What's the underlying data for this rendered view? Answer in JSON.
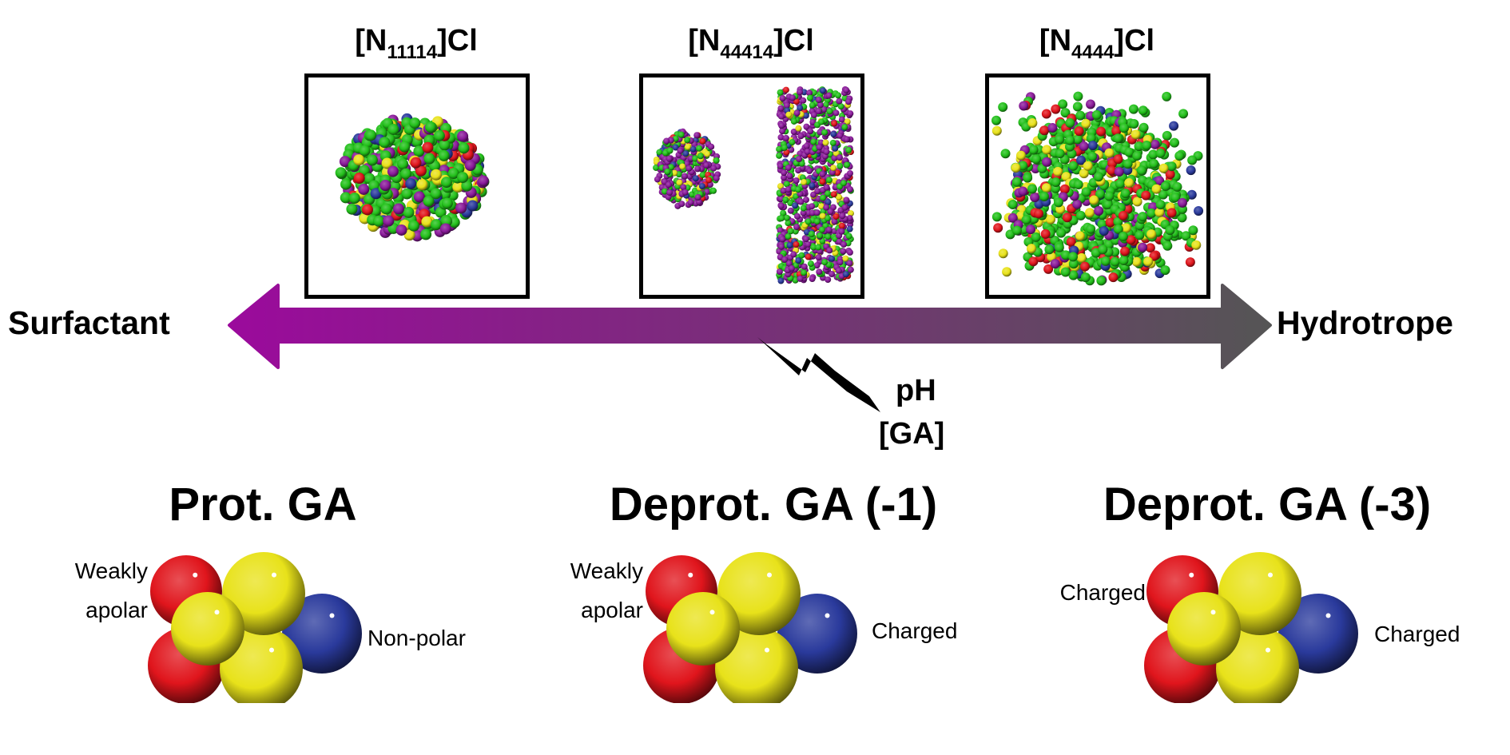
{
  "systems": [
    {
      "prefix": "[N",
      "sub": "11114",
      "suffix": "]Cl"
    },
    {
      "prefix": "[N",
      "sub": "44414",
      "suffix": "]Cl"
    },
    {
      "prefix": "[N",
      "sub": "4444",
      "suffix": "]Cl"
    }
  ],
  "axis": {
    "left_label": "Surfactant",
    "right_label": "Hydrotrope",
    "gradient_start": "#9b0a9c",
    "gradient_end": "#555555"
  },
  "triggers": {
    "line1": "pH",
    "line2": "[GA]"
  },
  "states": [
    {
      "title": "Prot. GA",
      "left_label_1": "Weakly",
      "left_label_2": "apolar",
      "right_label": "Non-polar"
    },
    {
      "title": "Deprot. GA (-1)",
      "left_label_1": "Weakly",
      "left_label_2": "apolar",
      "right_label": "Charged"
    },
    {
      "title": "Deprot. GA (-3)",
      "left_label": "Charged",
      "right_label": "Charged"
    }
  ],
  "colors": {
    "oxygen": "#e0151c",
    "carbon": "#e8e21a",
    "nitrogen": "#2a3a9c",
    "bead_green": "#22c01a",
    "bead_purple": "#8a1a9a"
  }
}
